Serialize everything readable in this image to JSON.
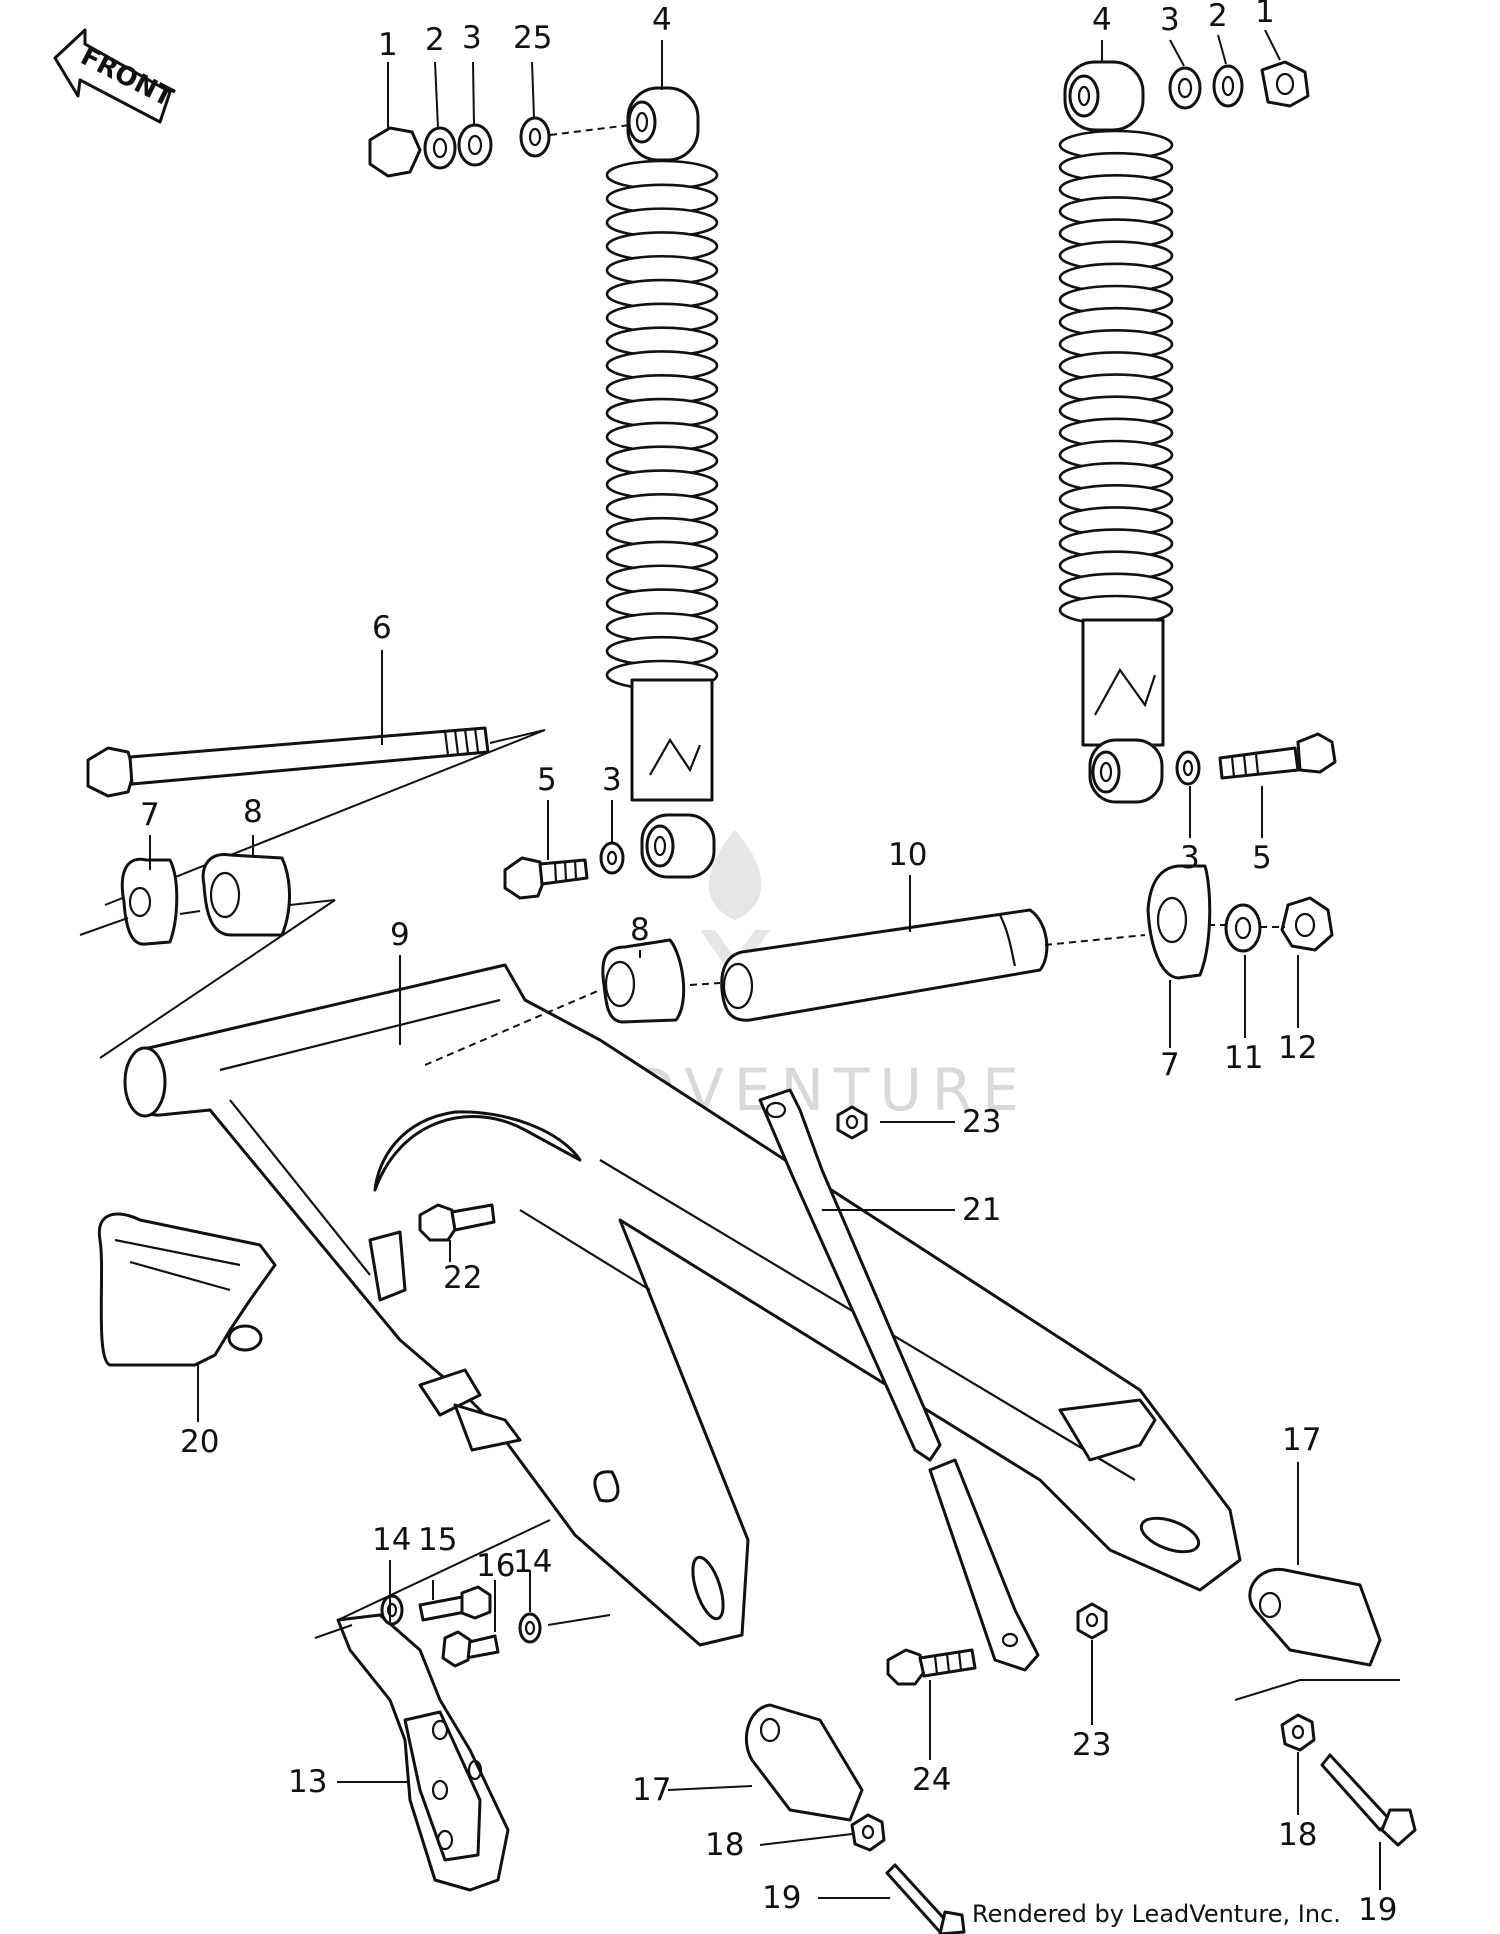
{
  "front_arrow": {
    "text": "FRONT"
  },
  "callouts": [
    "1",
    "2",
    "3",
    "25",
    "4",
    "4",
    "3",
    "2",
    "1",
    "6",
    "5",
    "3",
    "3",
    "5",
    "7",
    "8",
    "10",
    "8",
    "7",
    "11",
    "12",
    "9",
    "23",
    "21",
    "22",
    "20",
    "17",
    "14",
    "15",
    "16",
    "14",
    "24",
    "23",
    "13",
    "17",
    "18",
    "18",
    "19",
    "19"
  ],
  "watermark": {
    "text": "LEADVENTURE"
  },
  "credit": {
    "text": "Rendered by LeadVenture, Inc."
  }
}
